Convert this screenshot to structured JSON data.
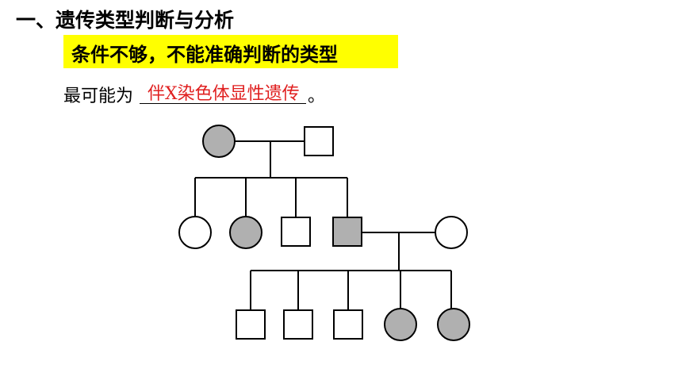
{
  "title": "一、遗传类型判断与分析",
  "highlight_label": "条件不够，不能准确判断的类型",
  "question": {
    "prefix": "最可能为",
    "answer": "伴X染色体显性遗传",
    "suffix": "。"
  },
  "colors": {
    "highlight": "#ffff00",
    "answer": "#e02020",
    "affected_fill": "#b0b0b0",
    "unaffected_fill": "#ffffff",
    "line": "#000000"
  },
  "pedigree": {
    "generation_1": [
      {
        "sex": "female",
        "affected": true
      },
      {
        "sex": "male",
        "affected": false
      }
    ],
    "generation_2": [
      {
        "sex": "female",
        "affected": false
      },
      {
        "sex": "female",
        "affected": true
      },
      {
        "sex": "male",
        "affected": false
      },
      {
        "sex": "male",
        "affected": true
      },
      {
        "sex": "female",
        "affected": false,
        "role": "spouse"
      }
    ],
    "generation_3": [
      {
        "sex": "male",
        "affected": false
      },
      {
        "sex": "male",
        "affected": false
      },
      {
        "sex": "male",
        "affected": false
      },
      {
        "sex": "female",
        "affected": true
      },
      {
        "sex": "female",
        "affected": true
      }
    ]
  }
}
